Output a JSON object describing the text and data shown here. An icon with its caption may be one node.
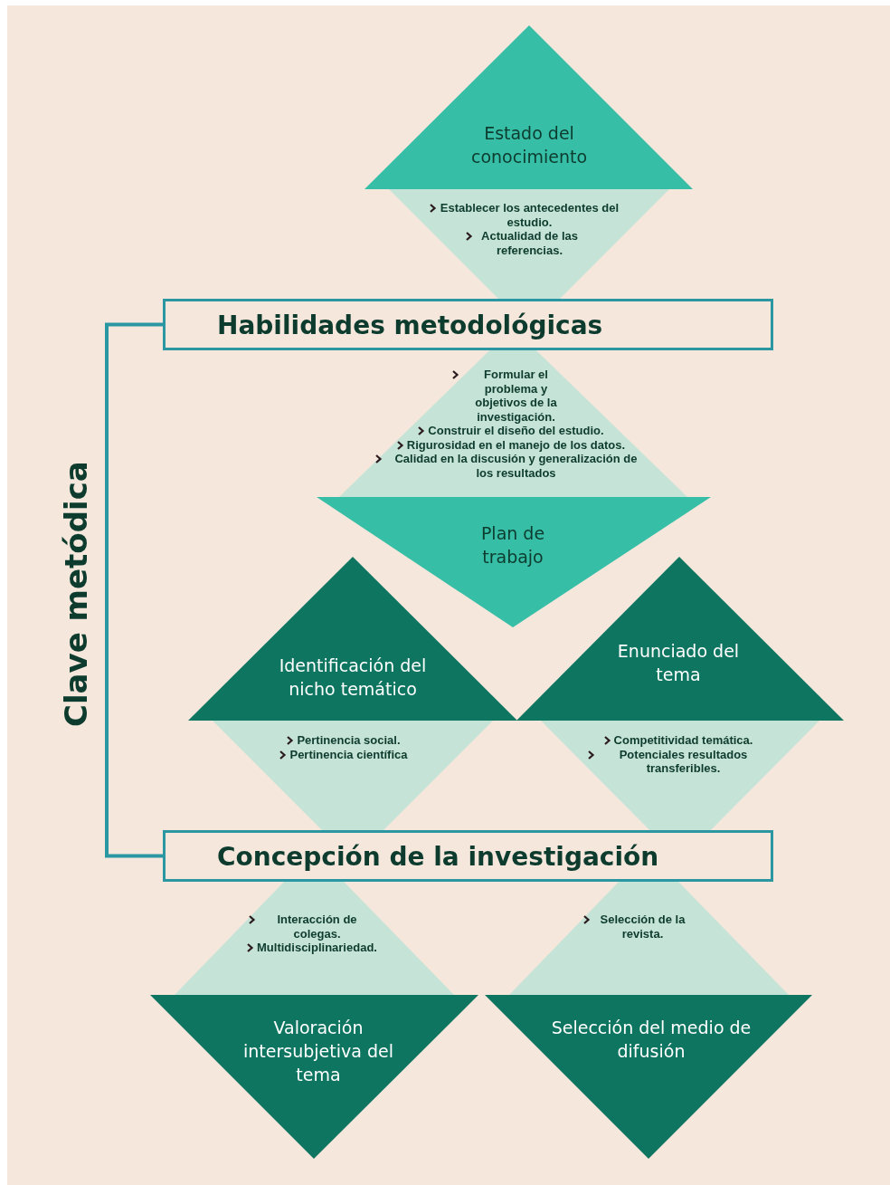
{
  "diagram": {
    "nodes": [
      {
        "text": [
          "Estado del conocimiento",
          "Establecer los antecedentes del estudio.",
          "Actualidad de las referencias."
        ]
      },
      {
        "text": [
          "Habilidades metodológicas"
        ]
      },
      {
        "text": [
          "Formular el problema y objetivos de la investigación.",
          "Construir el diseño del estudio.",
          "Rigurosidad en el manejo de los datos.",
          "Calidad en la discusión y generalización de los resultados",
          "Plan de trabajo"
        ]
      },
      {
        "text": [
          "Identificación del nicho temático",
          "Pertinencia social.",
          "Pertinencia científica"
        ]
      },
      {
        "text": [
          "Enunciado del tema",
          "Competitividad temática.",
          "Potenciales resultados transferibles."
        ]
      },
      {
        "text": [
          "Concepción de la investigación"
        ]
      },
      {
        "text": [
          "Interacción de colegas.",
          "Multidisciplinariedad.",
          "Valoración intersubjetiva del tema"
        ]
      },
      {
        "text": [
          "Selección de la revista.",
          "Selección del medio de difusión"
        ]
      }
    ],
    "edges": [
      {
        "from": 1,
        "to": 5,
        "arrow": "none"
      }
    ],
    "labels": [
      "Clave metódica"
    ]
  }
}
